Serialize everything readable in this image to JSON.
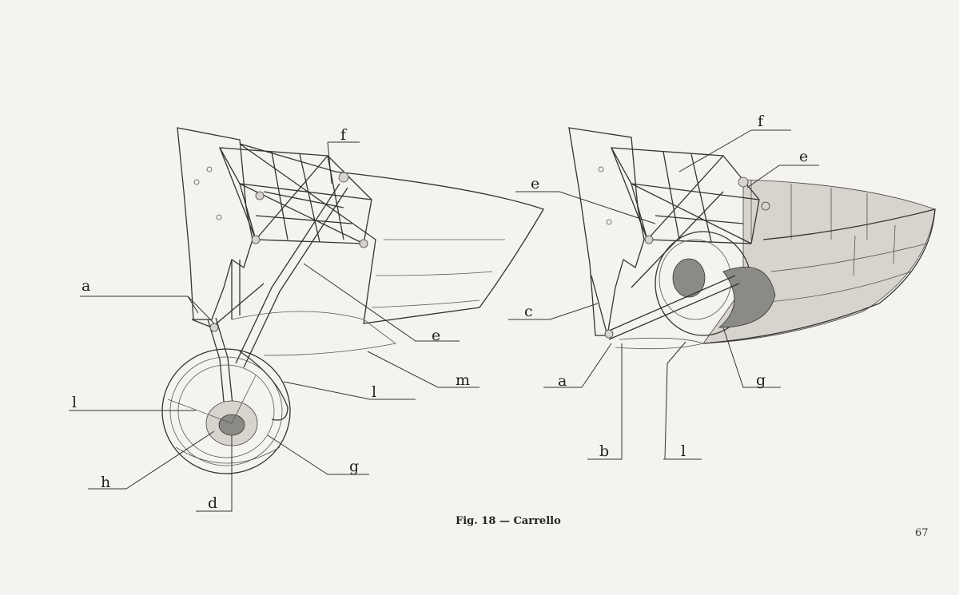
{
  "caption": "Fig. 18 — Carrello",
  "page_number": "67",
  "left_view": {
    "labels": [
      "a",
      "f",
      "e",
      "m",
      "l",
      "l",
      "h",
      "d",
      "g"
    ]
  },
  "right_view": {
    "labels": [
      "f",
      "e",
      "e",
      "c",
      "a",
      "g",
      "b",
      "l"
    ]
  }
}
